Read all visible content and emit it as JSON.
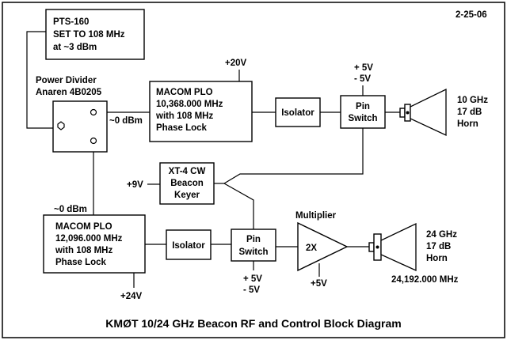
{
  "date": "2-25-06",
  "title": "KMØT 10/24 GHz Beacon RF and Control Block Diagram",
  "pts": {
    "lines": [
      "PTS-160",
      "SET TO 108 MHz",
      "at ~3 dBm"
    ]
  },
  "divider": {
    "lines": [
      "Power Divider",
      "Anaren 4B0205"
    ]
  },
  "plo10": {
    "lines": [
      "MACOM PLO",
      "10,368.000 MHz",
      "with 108 MHz",
      "Phase Lock"
    ],
    "supply": "+20V",
    "input_level": "~0 dBm"
  },
  "plo24": {
    "lines": [
      "MACOM PLO",
      "12,096.000 MHz",
      "with 108 MHz",
      "Phase Lock"
    ],
    "supply": "+24V",
    "input_level": "~0 dBm"
  },
  "isolator_top": {
    "label": "Isolator"
  },
  "isolator_bottom": {
    "label": "Isolator"
  },
  "pin_switch_top": {
    "lines": [
      "Pin",
      "Switch"
    ],
    "supply": [
      "+ 5V",
      "- 5V"
    ]
  },
  "pin_switch_bottom": {
    "lines": [
      "Pin",
      "Switch"
    ],
    "supply": [
      "+ 5V",
      "- 5V"
    ]
  },
  "keyer": {
    "lines": [
      "XT-4 CW",
      "Beacon",
      "Keyer"
    ],
    "supply": "+9V"
  },
  "multiplier": {
    "caption": "Multiplier",
    "label": "2X",
    "supply": "+5V"
  },
  "horn10": {
    "lines": [
      "10 GHz",
      "17 dB",
      "Horn"
    ]
  },
  "horn24": {
    "lines": [
      "24 GHz",
      "17 dB",
      "Horn"
    ],
    "output_freq": "24,192.000 MHz"
  }
}
